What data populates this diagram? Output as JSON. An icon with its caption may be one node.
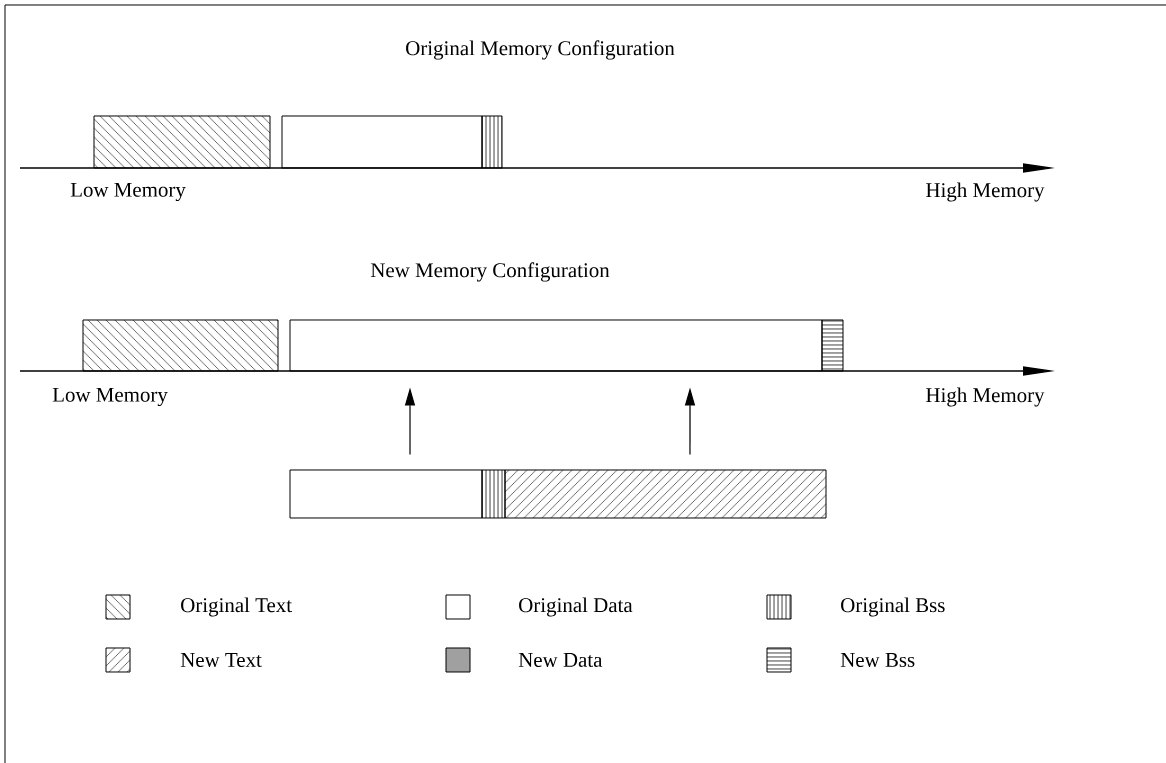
{
  "diagram": {
    "nodes": [
      {
        "text": [],
        "shape": "bar"
      },
      {
        "text": [],
        "shape": "bar"
      },
      {
        "text": [],
        "shape": "bar"
      },
      {
        "text": [],
        "shape": "bar"
      },
      {
        "text": [],
        "shape": "bar"
      },
      {
        "text": [],
        "shape": "bar"
      },
      {
        "text": [],
        "shape": "bar"
      },
      {
        "text": [],
        "shape": "bar"
      },
      {
        "text": [],
        "shape": "bar"
      }
    ],
    "edges": [
      {
        "from": 6,
        "to": 4,
        "arrow": "to"
      },
      {
        "from": 8,
        "to": 4,
        "arrow": "to"
      }
    ],
    "labels": [
      "Original Memory Configuration",
      "Low Memory",
      "High Memory",
      "New Memory Configuration",
      "Low Memory",
      "High Memory"
    ],
    "legend": [
      {
        "text": "Original Text"
      },
      {
        "text": "Original Data"
      },
      {
        "text": "Original Bss"
      },
      {
        "text": "New Text"
      },
      {
        "text": "New Data",
        "color": "#a0a0a0"
      },
      {
        "text": "New Bss"
      }
    ]
  }
}
